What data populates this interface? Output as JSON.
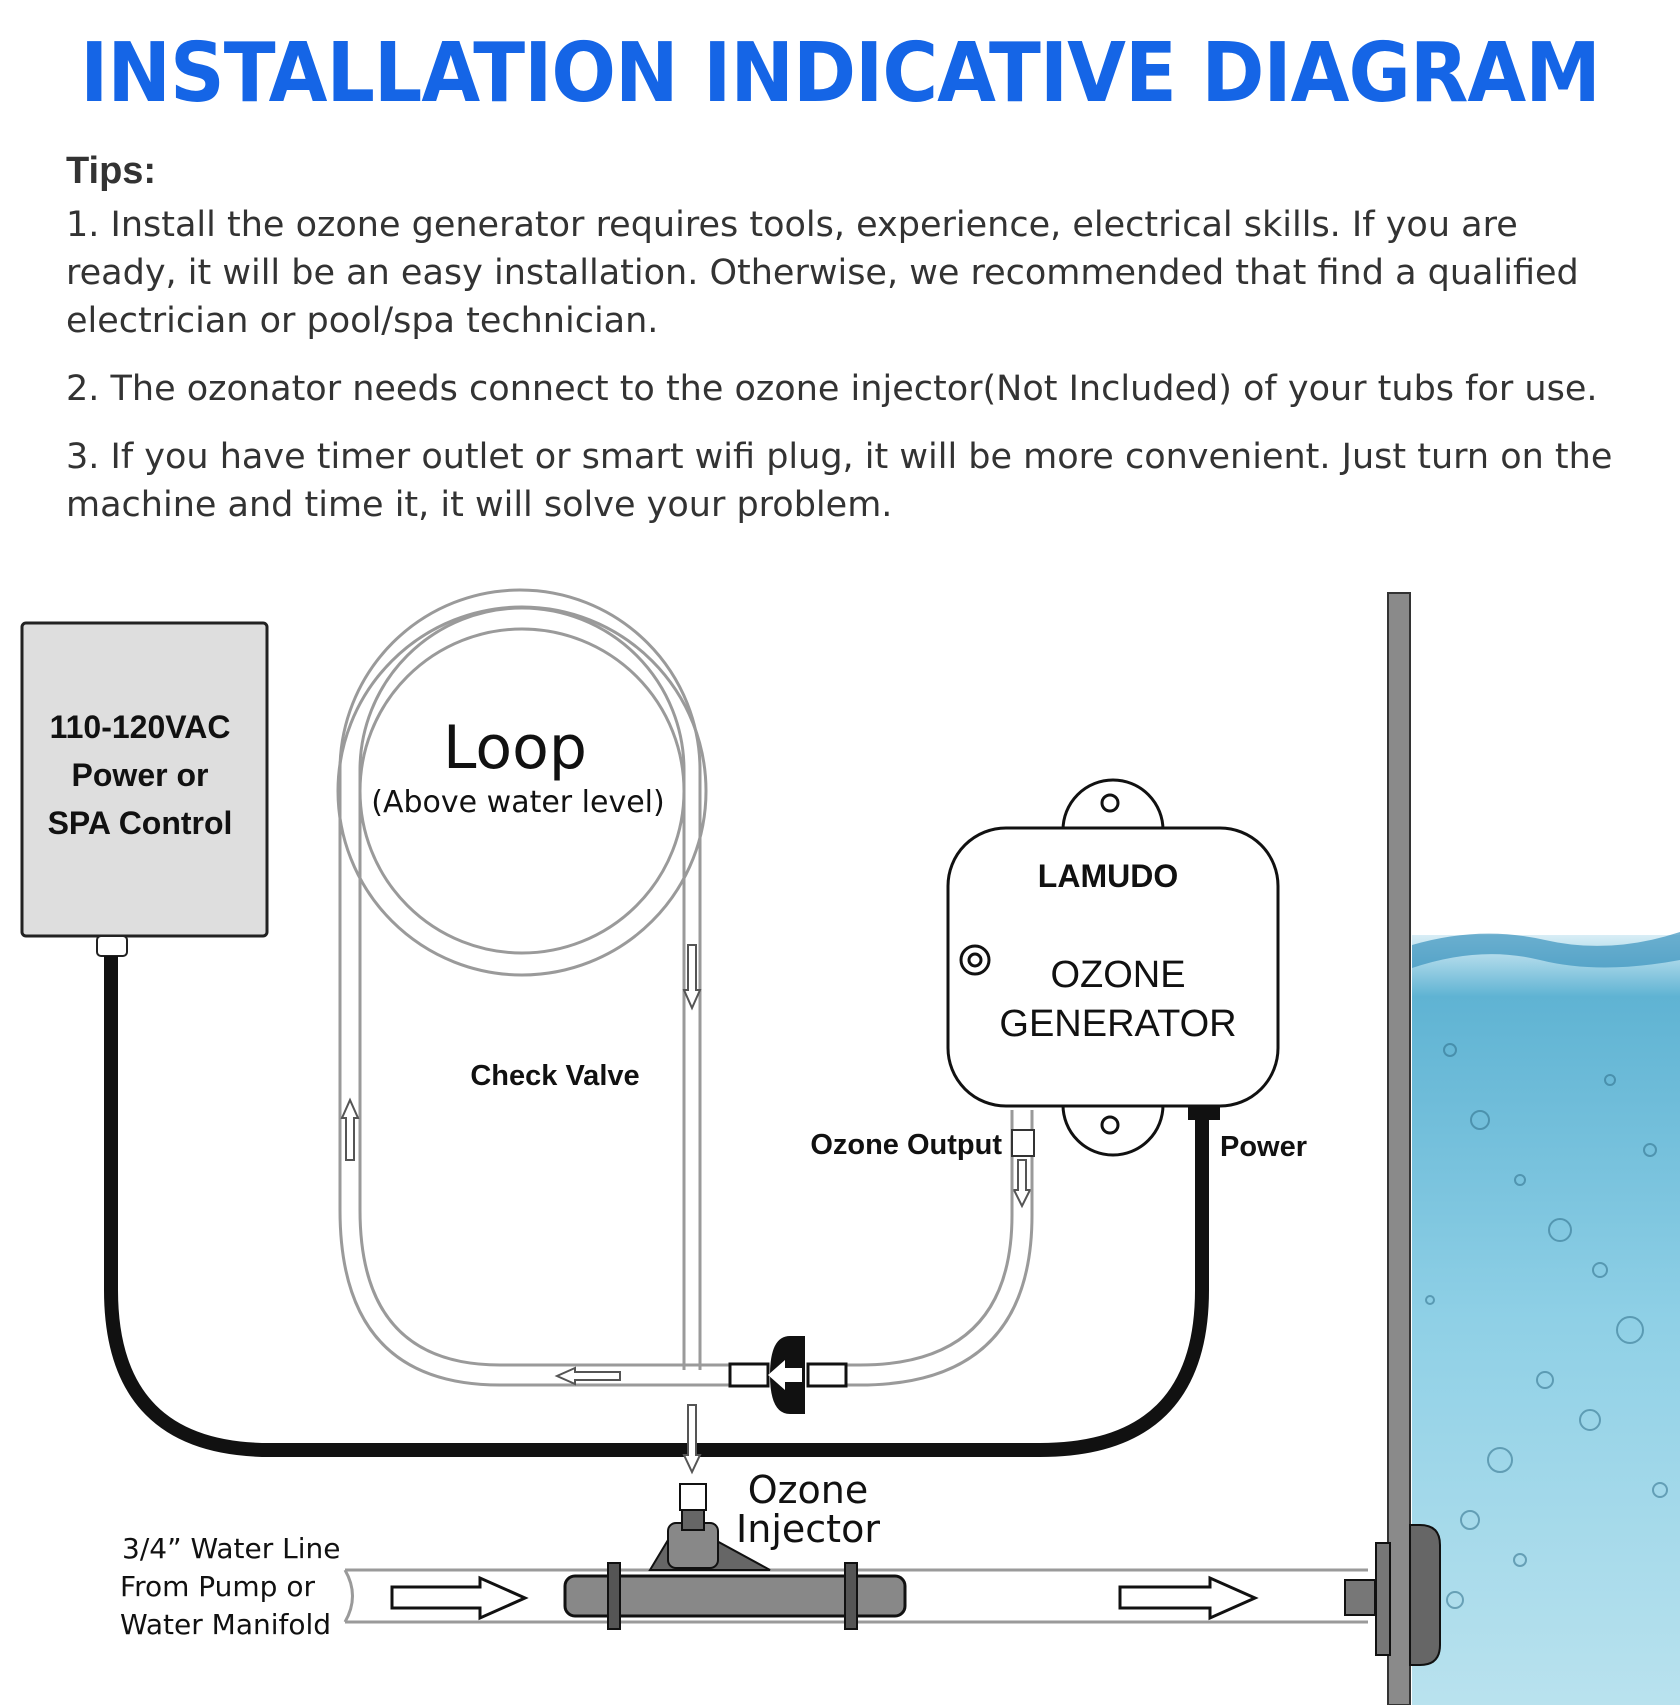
{
  "title": "INSTALLATION INDICATIVE DIAGRAM",
  "tips": {
    "label": "Tips:",
    "items": [
      "1. Install the ozone generator requires tools, experience, electrical skills. If you are ready, it will be an easy installation. Otherwise, we recommended that find a qualified electrician or pool/spa technician.",
      "2. The ozonator needs connect to the ozone injector(Not Included) of your tubs for use.",
      "3. If you have timer outlet or smart wifi plug, it will be more convenient. Just turn on the machine and time it, it will solve your problem."
    ]
  },
  "diagram": {
    "power_box": {
      "line1": "110-120VAC",
      "line2": "Power or",
      "line3": "SPA Control"
    },
    "loop": {
      "title": "Loop",
      "subtitle": "(Above water level)"
    },
    "check_valve": "Check Valve",
    "generator": {
      "brand": "LAMUDO",
      "line1": "OZONE",
      "line2": "GENERATOR"
    },
    "ozone_output": "Ozone Output",
    "power": "Power",
    "injector": {
      "line1": "Ozone",
      "line2": "Injector"
    },
    "water_line": {
      "line1": "3/4” Water Line",
      "line2": "From Pump or",
      "line3": "Water Manifold"
    }
  },
  "colors": {
    "title": "#1565e6",
    "tube": "#9a9a9a",
    "cable": "#111111",
    "water": "#7cc3dc"
  }
}
